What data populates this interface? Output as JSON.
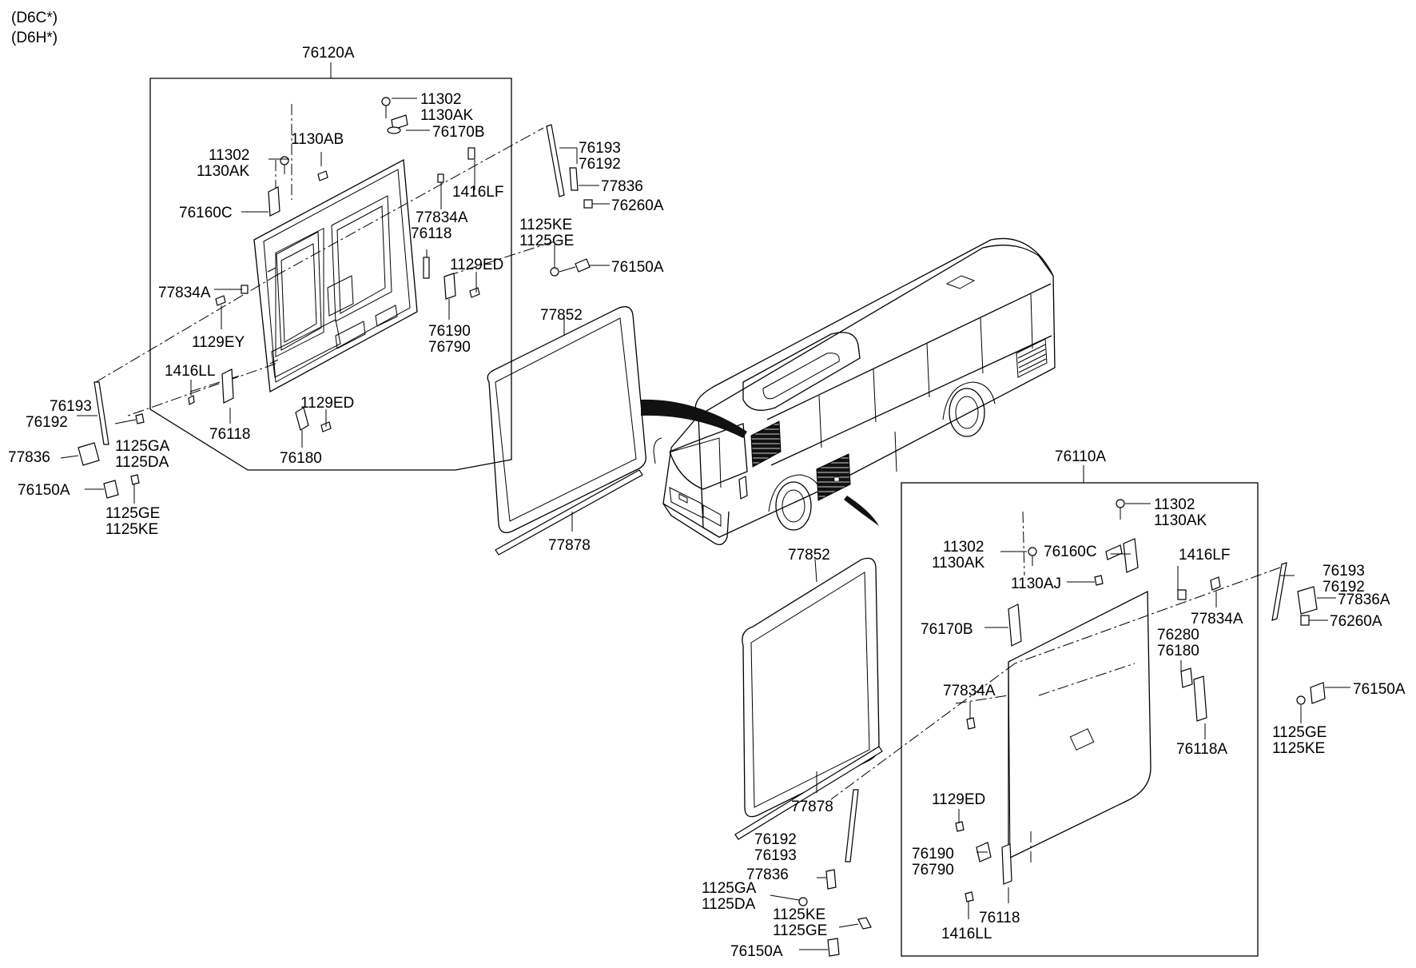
{
  "models": [
    "(D6C*)",
    "(D6H*)"
  ],
  "assemblies": {
    "front_door": "76120A",
    "side_door": "76110A"
  },
  "labels": {
    "fd_11302": "11302",
    "fd_1130ak": "1130AK",
    "fd_76170b": "76170B",
    "fd_11302b": "11302",
    "fd_1130akb": "1130AK",
    "fd_1130ab": "1130AB",
    "fd_76160c": "76160C",
    "fd_1416lf": "1416LF",
    "fd_77834a_r": "77834A",
    "fd_76118_r": "76118",
    "fd_1129ed_r": "1129ED",
    "fd_77834a_l": "77834A",
    "fd_1129ey": "1129EY",
    "fd_76190": "76190",
    "fd_76790": "76790",
    "fd_1416ll": "1416LL",
    "fd_1129ed_b": "1129ED",
    "fd_76118_b": "76118",
    "fd_76180": "76180",
    "fr_76193": "76193",
    "fr_76192": "76192",
    "fr_77836": "77836",
    "fr_76260a": "76260A",
    "fr_1125ke": "1125KE",
    "fr_1125ge": "1125GE",
    "fr_76150a": "76150A",
    "fl_76193": "76193",
    "fl_76192": "76192",
    "fl_77836": "77836",
    "fl_1125ga": "1125GA",
    "fl_1125da": "1125DA",
    "fl_76150a": "76150A",
    "fl_1125ge": "1125GE",
    "fl_1125ke": "1125KE",
    "seal1_77852": "77852",
    "seal1_77878": "77878",
    "seal2_77852": "77852",
    "seal2_77878": "77878",
    "sd_11302": "11302",
    "sd_1130ak": "1130AK",
    "sd_11302b": "11302",
    "sd_1130akb": "1130AK",
    "sd_76160c": "76160C",
    "sd_1416lf": "1416LF",
    "sd_1130aj": "1130AJ",
    "sd_76170b": "76170B",
    "sd_77834a_r": "77834A",
    "sd_76280": "76280",
    "sd_76180": "76180",
    "sd_77834a_l": "77834A",
    "sd_76118a": "76118A",
    "sd_1129ed": "1129ED",
    "sd_76190": "76190",
    "sd_76790": "76790",
    "sd_1416ll": "1416LL",
    "sd_76118": "76118",
    "sr_76193": "76193",
    "sr_76192": "76192",
    "sr_77836a": "77836A",
    "sr_76260a": "76260A",
    "sr_76150a": "76150A",
    "sr_1125ge": "1125GE",
    "sr_1125ke": "1125KE",
    "sl_76192": "76192",
    "sl_76193": "76193",
    "sl_77836": "77836",
    "sl_1125ga": "1125GA",
    "sl_1125da": "1125DA",
    "sl_1125ke": "1125KE",
    "sl_1125ge": "1125GE",
    "sl_76150a": "76150A"
  }
}
